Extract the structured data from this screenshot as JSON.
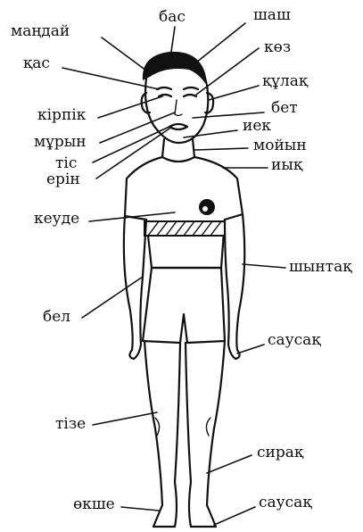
{
  "diagram": {
    "labels": {
      "bas": "бас",
      "shash": "шаш",
      "mandai": "маңдай",
      "koz": "көз",
      "qas": "қас",
      "qulaq": "құлақ",
      "bet": "бет",
      "kirpik": "кірпік",
      "iek": "иек",
      "muryn": "мұрын",
      "moiyn": "мойын",
      "tis": "тіс",
      "iyq": "иық",
      "erin": "ерін",
      "keude": "кеуде",
      "shyntaq": "шынтақ",
      "bel": "бел",
      "sausaq_hand": "саусақ",
      "tize": "тізе",
      "siraq": "сирақ",
      "okshe": "өкше",
      "sausaq_foot": "саусақ"
    }
  }
}
